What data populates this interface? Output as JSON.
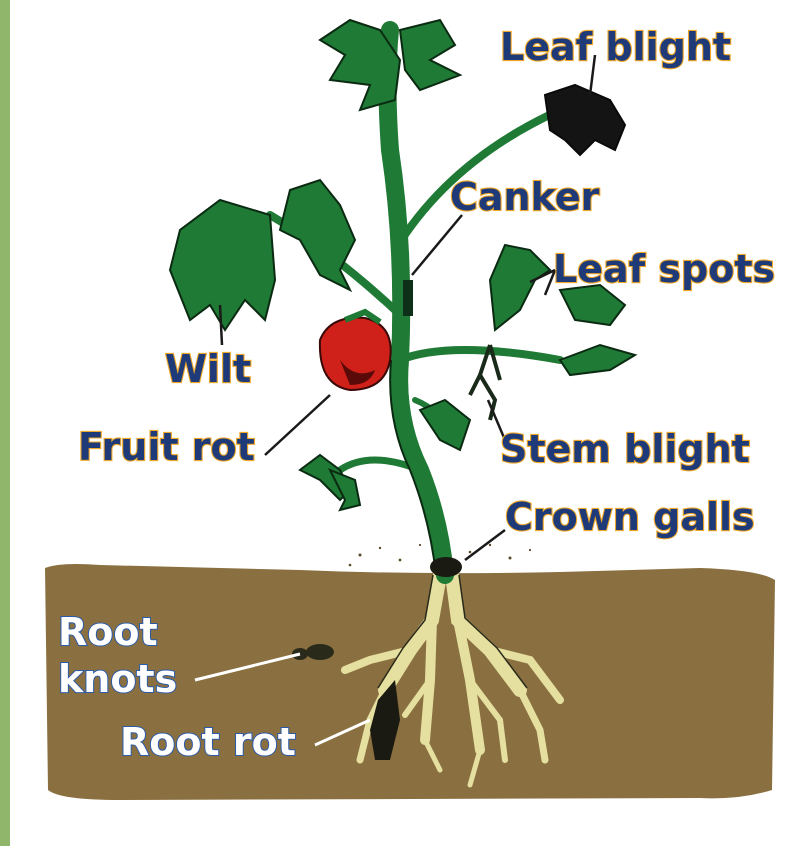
{
  "labels": {
    "leaf_blight": "Leaf blight",
    "canker": "Canker",
    "leaf_spots": "Leaf spots",
    "wilt": "Wilt",
    "fruit_rot": "Fruit rot",
    "stem_blight": "Stem blight",
    "crown_galls": "Crown galls",
    "root_knots_line1": "Root",
    "root_knots_line2": "knots",
    "root_rot": "Root rot"
  },
  "colors": {
    "soil": "#8a7040",
    "plant": "#1f7a35",
    "root": "#e6e0a0",
    "fruit": "#d0201a",
    "frame": "#8fb66a",
    "label_text": "#1e3a78",
    "label_outline": "#f0a82a"
  }
}
